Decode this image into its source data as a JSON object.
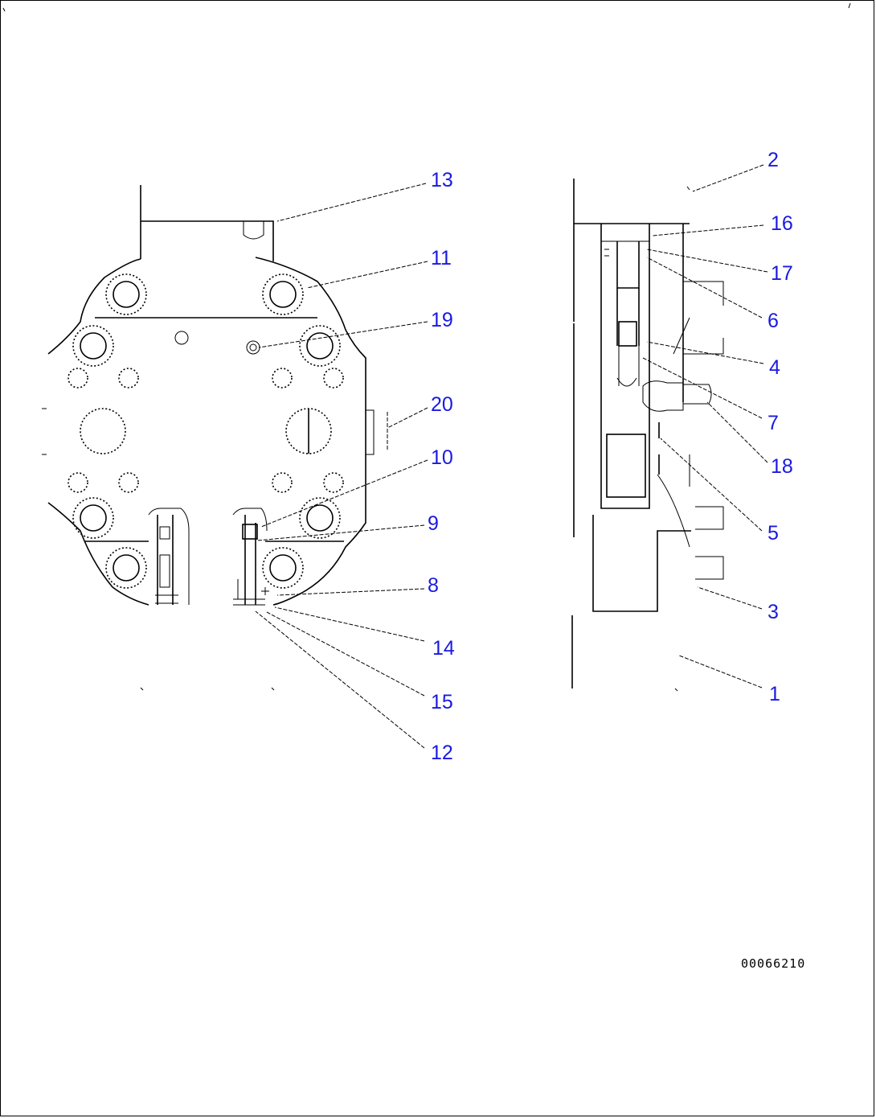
{
  "callouts": {
    "c1": "1",
    "c2": "2",
    "c3": "3",
    "c4": "4",
    "c5": "5",
    "c6": "6",
    "c7": "7",
    "c8": "8",
    "c9": "9",
    "c10": "10",
    "c11": "11",
    "c12": "12",
    "c13": "13",
    "c14": "14",
    "c15": "15",
    "c16": "16",
    "c17": "17",
    "c18": "18",
    "c19": "19",
    "c20": "20"
  },
  "drawing_id": "00066210",
  "colors": {
    "callout": "#1a1adf",
    "line": "#000000",
    "background": "#ffffff"
  }
}
